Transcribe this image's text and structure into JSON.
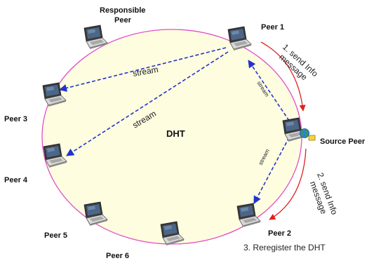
{
  "diagram": {
    "center_label": "DHT",
    "colors": {
      "ring_fill": "#FFFDE0",
      "ring_stroke": "#E050C8",
      "stream_arrow": "#2233CC",
      "message_arrow": "#E02020"
    },
    "peers": {
      "responsible": {
        "label_line1": "Responsible",
        "label_line2": "Peer",
        "icon": "laptop-icon"
      },
      "peer1": {
        "label": "Peer 1",
        "icon": "laptop-icon"
      },
      "peer2": {
        "label": "Peer 2",
        "icon": "laptop-icon"
      },
      "peer3": {
        "label": "Peer 3",
        "icon": "laptop-icon"
      },
      "peer4": {
        "label": "Peer 4",
        "icon": "laptop-icon"
      },
      "peer5": {
        "label": "Peer 5",
        "icon": "laptop-icon"
      },
      "peer6": {
        "label": "Peer 6",
        "icon": "laptop-icon"
      },
      "source": {
        "label": "Source Peer",
        "icon": "laptop-with-globe-icon"
      }
    },
    "streams": {
      "peer1_to_peer3": "stream",
      "peer1_to_peer4": "stream",
      "source_to_peer1": "stream",
      "source_to_peer2": "stream"
    },
    "messages": {
      "step1_line1": "1. send Info",
      "step1_line2": "message",
      "step2_line1": "2. send Info",
      "step2_line2": "message",
      "step3": "3. Reregister the DHT"
    }
  }
}
